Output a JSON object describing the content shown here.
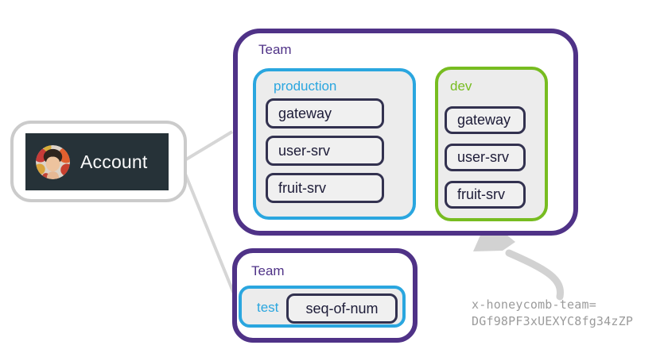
{
  "diagram": {
    "account": {
      "label": "Account"
    },
    "teams": [
      {
        "label": "Team",
        "environments": [
          {
            "name": "production",
            "services": [
              "gateway",
              "user-srv",
              "fruit-srv"
            ]
          },
          {
            "name": "dev",
            "services": [
              "gateway",
              "user-srv",
              "fruit-srv"
            ]
          }
        ]
      },
      {
        "label": "Team",
        "environments": [
          {
            "name": "test",
            "services": [
              "seq-of-num"
            ]
          }
        ]
      }
    ],
    "annotation": {
      "line1": "x-honeycomb-team=",
      "line2": "DGf98PF3xUEXYC8fg34zZP"
    },
    "colors": {
      "team_border": "#4f3287",
      "production_border": "#2aa6df",
      "dev_border": "#77bc20",
      "test_border": "#2aa6df",
      "service_border": "#32314f",
      "service_text": "#1d1c38",
      "account_bg": "#263238",
      "account_text": "#fafafa",
      "env_fill": "#ececec",
      "connector_gray": "#d2d2d2",
      "annotation_text": "#9b9b9b"
    }
  }
}
